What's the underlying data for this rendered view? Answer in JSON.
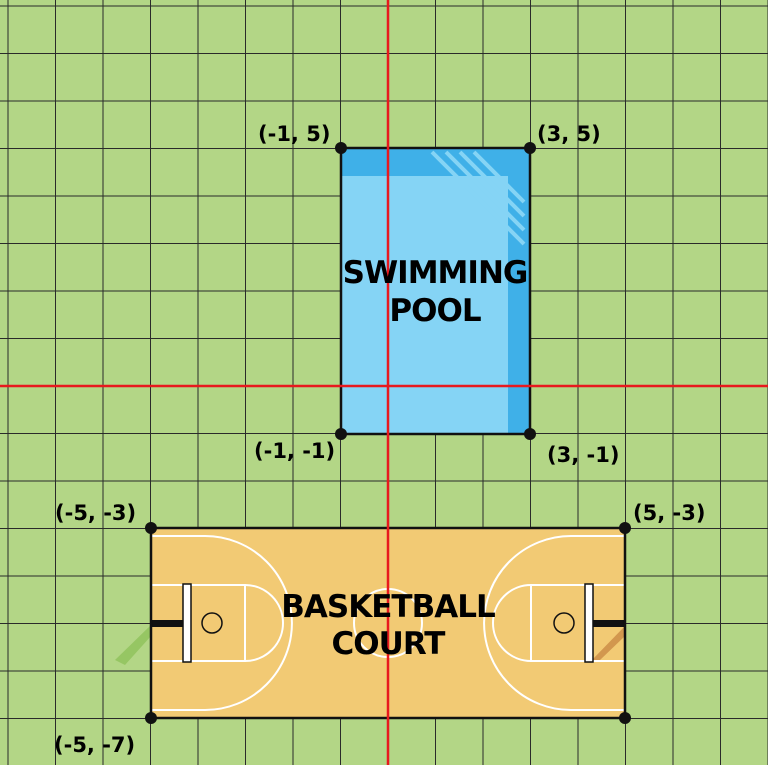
{
  "grid": {
    "x_range": [
      -8,
      8
    ],
    "y_range": [
      -8,
      8
    ],
    "background": "#b3d686",
    "line_color": "#222222",
    "axis_color": "#e8191e"
  },
  "pool": {
    "title_line1": "SWIMMING",
    "title_line2": "POOL",
    "corners": [
      [
        -1,
        5
      ],
      [
        3,
        5
      ],
      [
        -1,
        -1
      ],
      [
        3,
        -1
      ]
    ],
    "fill": "#85d4f5",
    "edge": "#3fb0e8"
  },
  "court": {
    "title_line1": "BASKETBALL",
    "title_line2": "COURT",
    "corners": [
      [
        -5,
        -3
      ],
      [
        5,
        -3
      ],
      [
        -5,
        -7
      ]
    ],
    "fill": "#f2ca74"
  },
  "labels": {
    "pool_tl": "(-1, 5)",
    "pool_tr": "(3, 5)",
    "pool_bl": "(-1, -1)",
    "pool_br": "(3, -1)",
    "court_tl": "(-5, -3)",
    "court_tr": "(5, -3)",
    "court_bl": "(-5, -7)"
  }
}
